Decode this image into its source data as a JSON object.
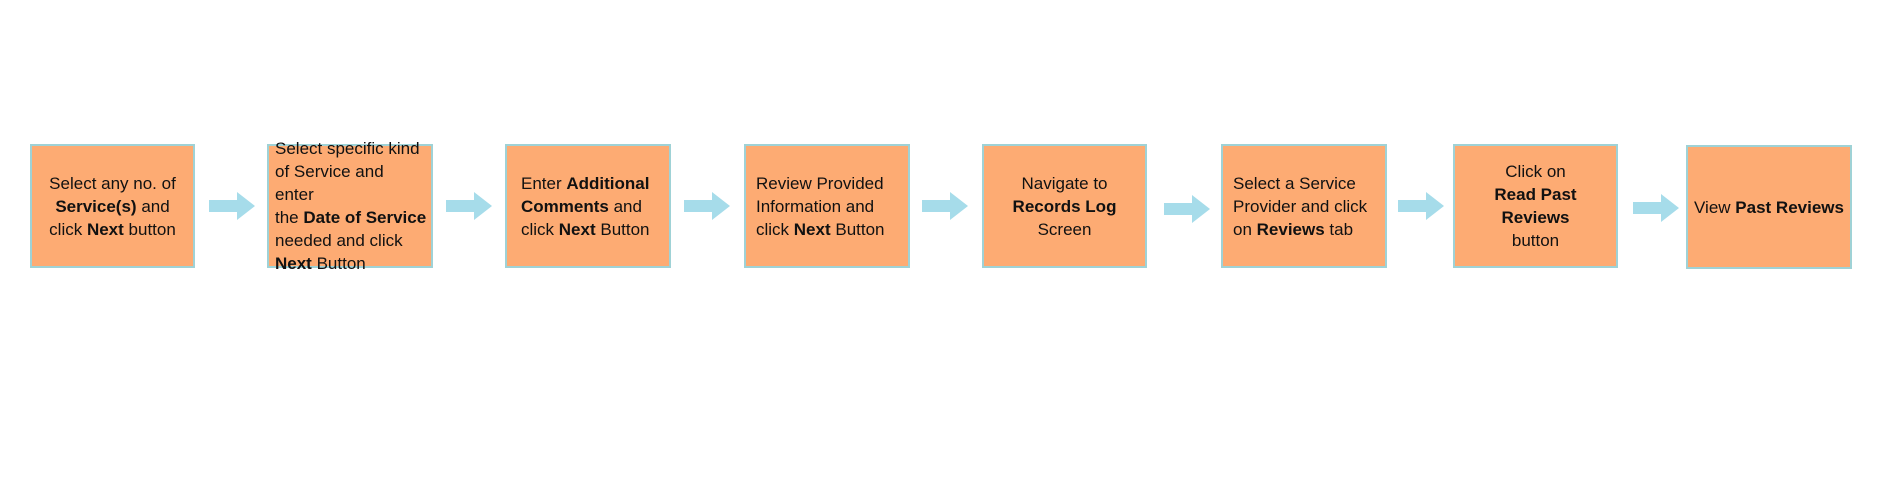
{
  "colors": {
    "box_fill": "#fdab73",
    "box_border": "#9fd2d6",
    "arrow": "#a6dcea",
    "text": "#111111"
  },
  "steps": [
    {
      "parts": [
        {
          "t": "Select any no. of",
          "b": false
        },
        {
          "br": true
        },
        {
          "t": "Service(s)",
          "b": true
        },
        {
          "t": " and",
          "b": false
        },
        {
          "br": true
        },
        {
          "t": "click ",
          "b": false
        },
        {
          "t": "Next",
          "b": true
        },
        {
          "t": " button",
          "b": false
        }
      ]
    },
    {
      "parts": [
        {
          "t": "Select specific kind",
          "b": false
        },
        {
          "br": true
        },
        {
          "t": "of Service and enter",
          "b": false
        },
        {
          "br": true
        },
        {
          "t": "the ",
          "b": false
        },
        {
          "t": "Date of Service",
          "b": true
        },
        {
          "br": true
        },
        {
          "t": "needed and click",
          "b": false
        },
        {
          "br": true
        },
        {
          "t": "Next",
          "b": true
        },
        {
          "t": " Button",
          "b": false
        }
      ]
    },
    {
      "parts": [
        {
          "t": "Enter ",
          "b": false
        },
        {
          "t": "Additional",
          "b": true
        },
        {
          "br": true
        },
        {
          "t": "Comments",
          "b": true
        },
        {
          "t": " and",
          "b": false
        },
        {
          "br": true
        },
        {
          "t": "click ",
          "b": false
        },
        {
          "t": "Next",
          "b": true
        },
        {
          "t": " Button",
          "b": false
        }
      ]
    },
    {
      "parts": [
        {
          "t": "Review Provided",
          "b": false
        },
        {
          "br": true
        },
        {
          "t": "Information and",
          "b": false
        },
        {
          "br": true
        },
        {
          "t": "click ",
          "b": false
        },
        {
          "t": "Next",
          "b": true
        },
        {
          "t": " Button",
          "b": false
        }
      ]
    },
    {
      "parts": [
        {
          "t": "Navigate to",
          "b": false
        },
        {
          "br": true
        },
        {
          "t": "Records Log",
          "b": true
        },
        {
          "t": " Screen",
          "b": false
        }
      ]
    },
    {
      "parts": [
        {
          "t": "Select a Service",
          "b": false
        },
        {
          "br": true
        },
        {
          "t": "Provider and click",
          "b": false
        },
        {
          "br": true
        },
        {
          "t": "on  ",
          "b": false
        },
        {
          "t": "Reviews",
          "b": true
        },
        {
          "t": " tab",
          "b": false
        }
      ]
    },
    {
      "parts": [
        {
          "t": "Click on",
          "b": false
        },
        {
          "br": true
        },
        {
          "t": "Read Past Reviews",
          "b": true
        },
        {
          "br": true
        },
        {
          "t": "button",
          "b": false
        }
      ]
    },
    {
      "parts": [
        {
          "t": "View ",
          "b": false
        },
        {
          "t": "Past Reviews",
          "b": true
        }
      ]
    }
  ]
}
